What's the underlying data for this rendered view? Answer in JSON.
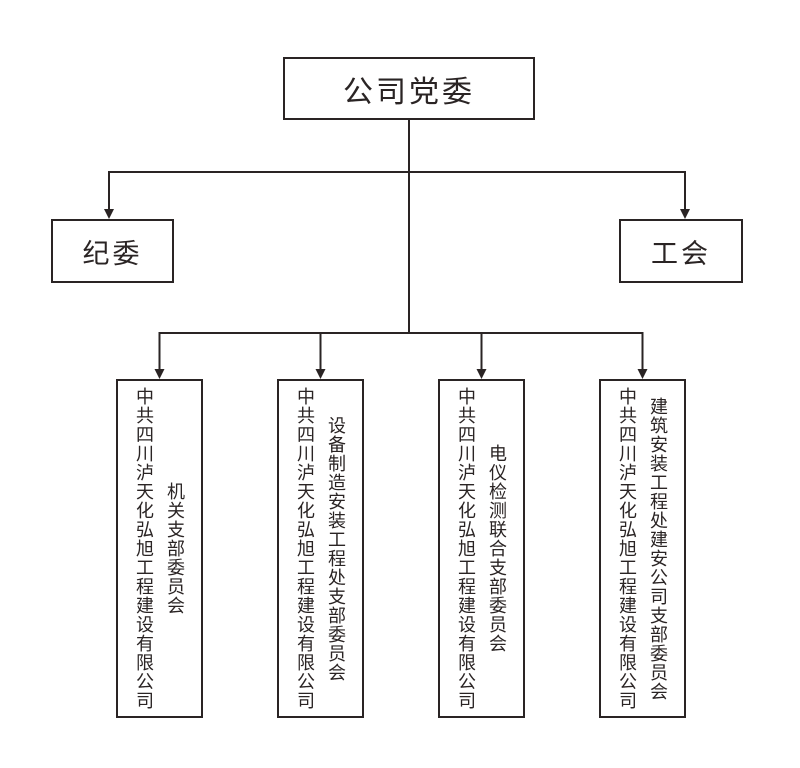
{
  "diagram": {
    "type": "org-chart",
    "root": {
      "label": "公司党委"
    },
    "level2": [
      {
        "id": "discipline-committee",
        "label": "纪委"
      },
      {
        "id": "labor-union",
        "label": "工会"
      }
    ],
    "level3": [
      {
        "company": "中共四川泸天化弘旭工程建设有限公司",
        "branch": "机关支部委员会"
      },
      {
        "company": "中共四川泸天化弘旭工程建设有限公司",
        "branch": "设备制造安装工程处支部委员会"
      },
      {
        "company": "中共四川泸天化弘旭工程建设有限公司",
        "branch": "电仪检测联合支部委员会"
      },
      {
        "company": "中共四川泸天化弘旭工程建设有限公司",
        "branch": "建筑安装工程处建安公司支部委员会"
      }
    ],
    "colors": {
      "line": "#2a2424",
      "border": "#2a2424",
      "text": "#2a2424",
      "background": "#ffffff"
    }
  }
}
